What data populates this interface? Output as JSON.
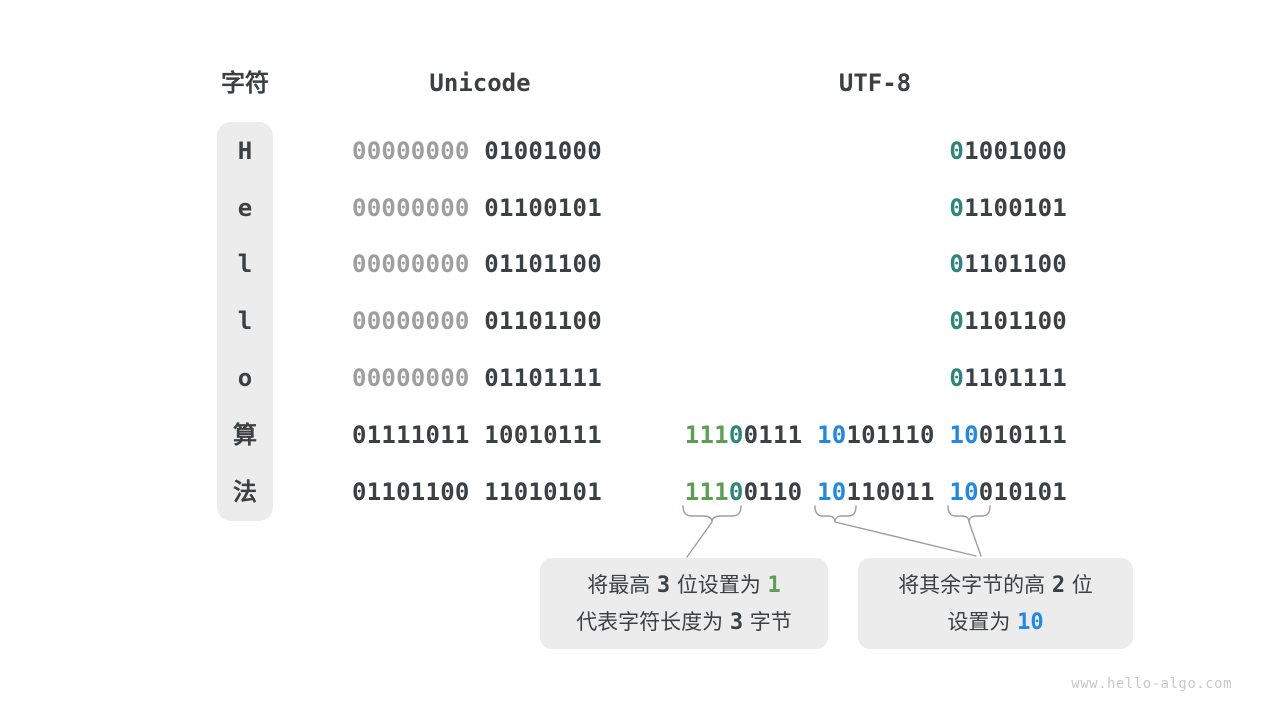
{
  "colors": {
    "dark": "#3c4043",
    "muted": "#9e9e9e",
    "teal": "#2e857d",
    "green": "#5c9e54",
    "blue": "#2088e5",
    "panel": "#ececec",
    "wm": "#c9c9c9"
  },
  "headers": {
    "char": "字符",
    "unicode": "Unicode",
    "utf8": "UTF-8"
  },
  "rows": [
    {
      "char": "H",
      "unicode": [
        {
          "t": "00000000",
          "c": "muted"
        },
        {
          "t": " 01001000",
          "c": "dark"
        }
      ],
      "utf8": [
        {
          "t": "0",
          "c": "teal"
        },
        {
          "t": "1001000",
          "c": "dark"
        }
      ]
    },
    {
      "char": "e",
      "unicode": [
        {
          "t": "00000000",
          "c": "muted"
        },
        {
          "t": " 01100101",
          "c": "dark"
        }
      ],
      "utf8": [
        {
          "t": "0",
          "c": "teal"
        },
        {
          "t": "1100101",
          "c": "dark"
        }
      ]
    },
    {
      "char": "l",
      "unicode": [
        {
          "t": "00000000",
          "c": "muted"
        },
        {
          "t": " 01101100",
          "c": "dark"
        }
      ],
      "utf8": [
        {
          "t": "0",
          "c": "teal"
        },
        {
          "t": "1101100",
          "c": "dark"
        }
      ]
    },
    {
      "char": "l",
      "unicode": [
        {
          "t": "00000000",
          "c": "muted"
        },
        {
          "t": " 01101100",
          "c": "dark"
        }
      ],
      "utf8": [
        {
          "t": "0",
          "c": "teal"
        },
        {
          "t": "1101100",
          "c": "dark"
        }
      ]
    },
    {
      "char": "o",
      "unicode": [
        {
          "t": "00000000",
          "c": "muted"
        },
        {
          "t": " 01101111",
          "c": "dark"
        }
      ],
      "utf8": [
        {
          "t": "0",
          "c": "teal"
        },
        {
          "t": "1101111",
          "c": "dark"
        }
      ]
    },
    {
      "char": "算",
      "unicode": [
        {
          "t": "01111011 10010111",
          "c": "dark"
        }
      ],
      "utf8": [
        {
          "t": "111",
          "c": "green"
        },
        {
          "t": "0",
          "c": "teal"
        },
        {
          "t": "0111 ",
          "c": "dark"
        },
        {
          "t": "10",
          "c": "blue"
        },
        {
          "t": "101110 ",
          "c": "dark"
        },
        {
          "t": "10",
          "c": "blue"
        },
        {
          "t": "010111",
          "c": "dark"
        }
      ]
    },
    {
      "char": "法",
      "unicode": [
        {
          "t": "01101100 11010101",
          "c": "dark"
        }
      ],
      "utf8": [
        {
          "t": "111",
          "c": "green"
        },
        {
          "t": "0",
          "c": "teal"
        },
        {
          "t": "0110 ",
          "c": "dark"
        },
        {
          "t": "10",
          "c": "blue"
        },
        {
          "t": "110011 ",
          "c": "dark"
        },
        {
          "t": "10",
          "c": "blue"
        },
        {
          "t": "010101",
          "c": "dark"
        }
      ]
    }
  ],
  "callouts": [
    {
      "lines": [
        [
          {
            "t": "将最高 ",
            "c": "dark"
          },
          {
            "t": "3",
            "c": "dark",
            "m": true
          },
          {
            "t": " 位设置为 ",
            "c": "dark"
          },
          {
            "t": "1",
            "c": "green",
            "m": true
          }
        ],
        [
          {
            "t": "代表字符长度为 ",
            "c": "dark"
          },
          {
            "t": "3",
            "c": "dark",
            "m": true
          },
          {
            "t": " 字节",
            "c": "dark"
          }
        ]
      ]
    },
    {
      "lines": [
        [
          {
            "t": "将其余字节的高 ",
            "c": "dark"
          },
          {
            "t": "2",
            "c": "dark",
            "m": true
          },
          {
            "t": " 位",
            "c": "dark"
          }
        ],
        [
          {
            "t": "设置为 ",
            "c": "dark"
          },
          {
            "t": "10",
            "c": "blue",
            "m": true
          }
        ]
      ]
    }
  ],
  "watermark": "www.hello-algo.com"
}
